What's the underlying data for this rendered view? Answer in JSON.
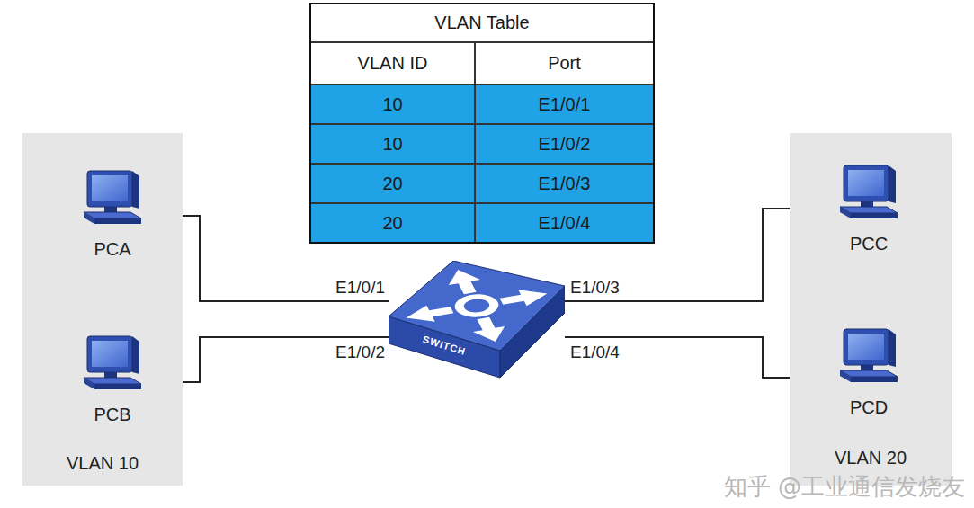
{
  "diagram": {
    "nodes": [
      {
        "text": [
          "VLAN 10"
        ]
      },
      {
        "text": [
          "PCA"
        ],
        "in": 0
      },
      {
        "text": [
          "PCB"
        ],
        "in": 0
      },
      {
        "text": [
          "SWITCH"
        ]
      },
      {
        "text": [
          "VLAN 20"
        ]
      },
      {
        "text": [
          "PCC"
        ],
        "in": 4
      },
      {
        "text": [
          "PCD"
        ],
        "in": 4
      }
    ],
    "edges": [
      {
        "from": 1,
        "to": 3,
        "label": "E1/0/1",
        "arrow": "none"
      },
      {
        "from": 2,
        "to": 3,
        "label": "E1/0/2",
        "arrow": "none"
      },
      {
        "from": 3,
        "to": 5,
        "label": "E1/0/3",
        "arrow": "none"
      },
      {
        "from": 3,
        "to": 6,
        "label": "E1/0/4",
        "arrow": "none"
      }
    ],
    "labels": [
      "VLAN Table",
      "VLAN ID",
      "Port",
      "10",
      "E1/0/1",
      "10",
      "E1/0/2",
      "20",
      "E1/0/3",
      "20",
      "E1/0/4",
      "知乎 @工业通信发烧友"
    ]
  }
}
